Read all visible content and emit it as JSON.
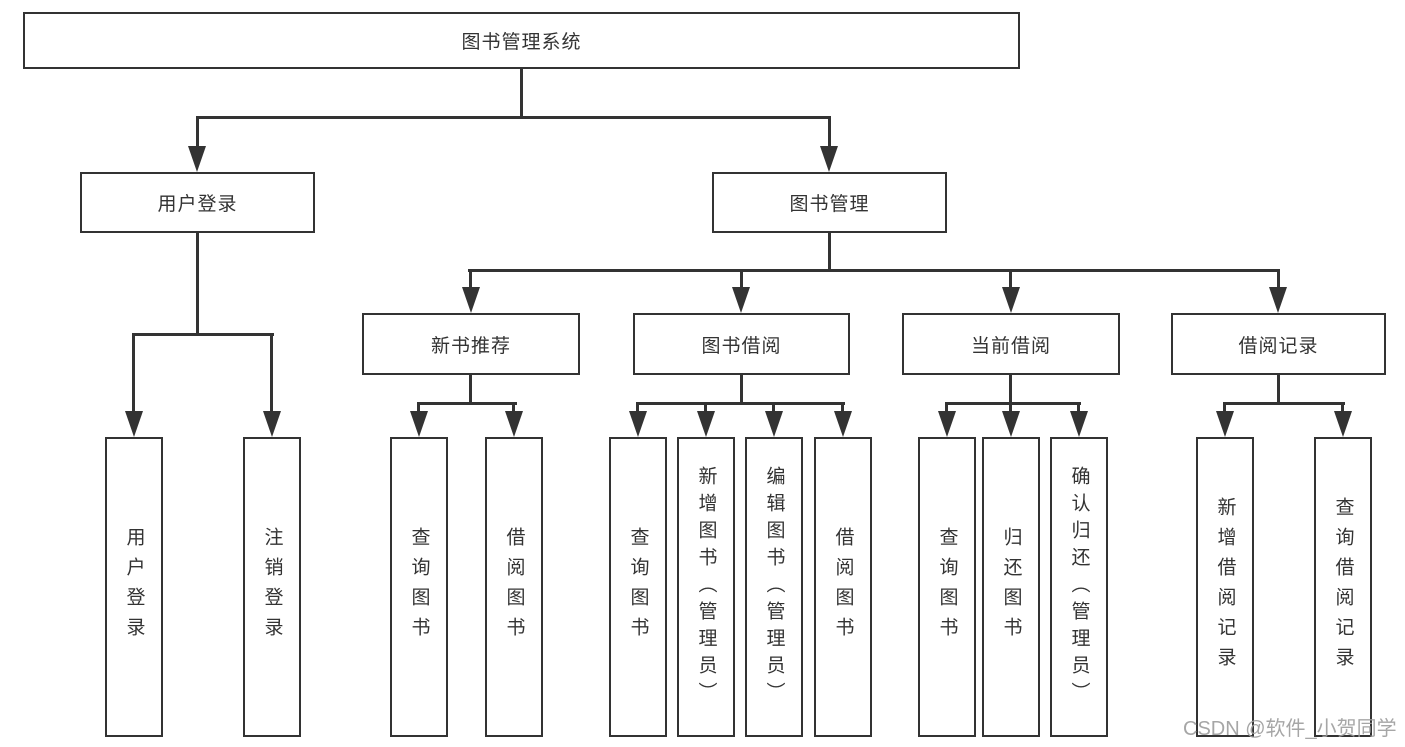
{
  "tree": {
    "root": "图书管理系统",
    "branches": [
      {
        "label": "用户登录",
        "children": [
          "用户登录",
          "注销登录"
        ]
      },
      {
        "label": "图书管理",
        "children": [
          {
            "label": "新书推荐",
            "children": [
              "查询图书",
              "借阅图书"
            ]
          },
          {
            "label": "图书借阅",
            "children": [
              "查询图书",
              "新增图书（管理员）",
              "编辑图书（管理员）",
              "借阅图书"
            ]
          },
          {
            "label": "当前借阅",
            "children": [
              "查询图书",
              "归还图书",
              "确认归还（管理员）"
            ]
          },
          {
            "label": "借阅记录",
            "children": [
              "新增借阅记录",
              "查询借阅记录"
            ]
          }
        ]
      }
    ]
  },
  "colors": {
    "line": "#333333",
    "box_border": "#333333",
    "text": "#333333",
    "background": "#ffffff",
    "watermark": "#9e9e9e"
  },
  "watermark": {
    "text": "CSDN @软件_小贺同学"
  }
}
